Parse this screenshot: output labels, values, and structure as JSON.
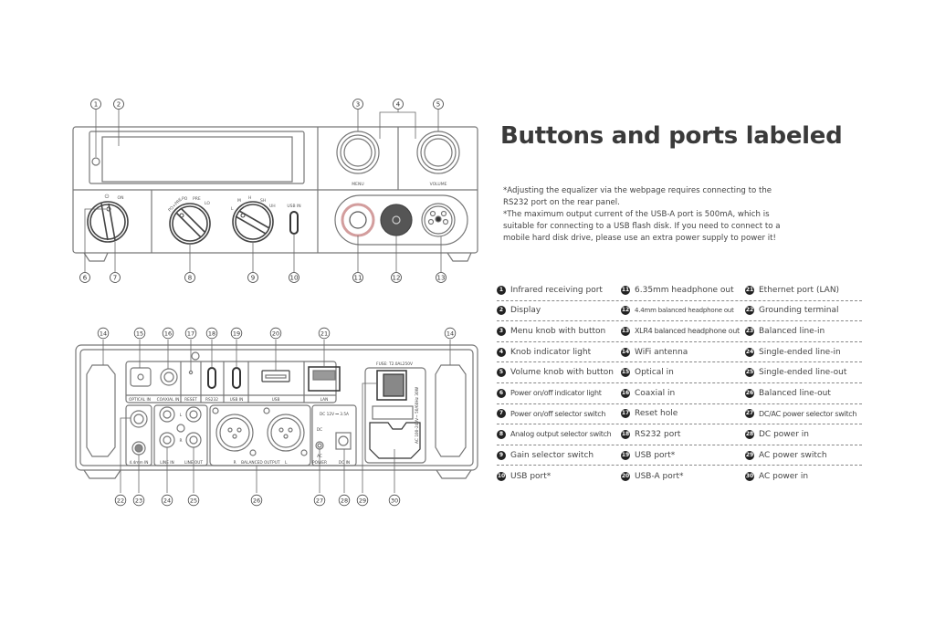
{
  "title": "Buttons and ports labeled",
  "notes": [
    "*Adjusting the equalizer via the webpage requires connecting to the RS232 port on the rear panel.",
    "*The maximum output current of the USB-A port is 500mA, which is suitable for connecting to a USB flash disk. If you need to connect to a mobile hard disk drive, please use an extra power supply to power it!"
  ],
  "legend": [
    [
      {
        "n": "1",
        "label": "Infrared receiving port"
      },
      {
        "n": "11",
        "label": "6.35mm headphone out"
      },
      {
        "n": "21",
        "label": "Ethernet port (LAN)"
      }
    ],
    [
      {
        "n": "2",
        "label": "Display"
      },
      {
        "n": "12",
        "label": "4.4mm balanced headphone out"
      },
      {
        "n": "22",
        "label": "Grounding terminal"
      }
    ],
    [
      {
        "n": "3",
        "label": "Menu knob with button"
      },
      {
        "n": "13",
        "label": "XLR4 balanced headphone out"
      },
      {
        "n": "23",
        "label": "Balanced line-in"
      }
    ],
    [
      {
        "n": "4",
        "label": "Knob indicator light"
      },
      {
        "n": "14",
        "label": "WiFi antenna"
      },
      {
        "n": "24",
        "label": "Single-ended line-in"
      }
    ],
    [
      {
        "n": "5",
        "label": "Volume knob with button"
      },
      {
        "n": "15",
        "label": "Optical in"
      },
      {
        "n": "25",
        "label": "Single-ended line-out"
      }
    ],
    [
      {
        "n": "6",
        "label": "Power on/off indicator light"
      },
      {
        "n": "16",
        "label": "Coaxial in"
      },
      {
        "n": "26",
        "label": "Balanced line-out"
      }
    ],
    [
      {
        "n": "7",
        "label": "Power on/off selector switch"
      },
      {
        "n": "17",
        "label": "Reset hole"
      },
      {
        "n": "27",
        "label": "DC/AC power selector switch"
      }
    ],
    [
      {
        "n": "8",
        "label": "Analog output selector switch"
      },
      {
        "n": "18",
        "label": "RS232 port"
      },
      {
        "n": "28",
        "label": "DC power in"
      }
    ],
    [
      {
        "n": "9",
        "label": "Gain selector switch"
      },
      {
        "n": "19",
        "label": "USB port*"
      },
      {
        "n": "29",
        "label": "AC power switch"
      }
    ],
    [
      {
        "n": "10",
        "label": "USB port*"
      },
      {
        "n": "20",
        "label": "USB-A port*"
      },
      {
        "n": "30",
        "label": "AC power in"
      }
    ]
  ],
  "front": {
    "callouts": [
      "1",
      "2",
      "3",
      "4",
      "5",
      "6",
      "7",
      "8",
      "9",
      "10",
      "11",
      "12",
      "13"
    ],
    "labels": {
      "menu": "MENU",
      "volume": "VOLUME",
      "usb_in": "USB IN",
      "power_off": "⏻",
      "power_on": "ON",
      "output_modes": [
        "PO+PRE",
        "PO",
        "PRE",
        "LO"
      ],
      "gain_modes": [
        "L",
        "M",
        "H",
        "SH",
        "UH"
      ]
    }
  },
  "rear": {
    "callouts": [
      "14",
      "15",
      "16",
      "17",
      "18",
      "19",
      "20",
      "21",
      "14",
      "22",
      "23",
      "24",
      "25",
      "26",
      "27",
      "28",
      "29",
      "30"
    ],
    "labels": {
      "optical_in": "OPTICAL IN",
      "coaxial_in": "COAXIAL IN",
      "reset": "RESET",
      "rs232": "RS232",
      "usb_in": "USB IN",
      "usb": "USB",
      "lan": "LAN",
      "fuse": "FUSE: T2.0AL250V",
      "in44": "4.4mm IN",
      "line_in": "LINE IN",
      "line_out": "LINE OUT",
      "balanced_output": "R    BALANCED OUTPUT    L",
      "power": "POWER",
      "dc_in": "DC IN",
      "dc_spec": "DC 12V ⎓ 3.5A",
      "dc": "DC",
      "ac": "AC",
      "ac_spec": "AC 100-240V~  50/60Hz  30W",
      "ch_l": "L",
      "ch_r": "R"
    }
  }
}
